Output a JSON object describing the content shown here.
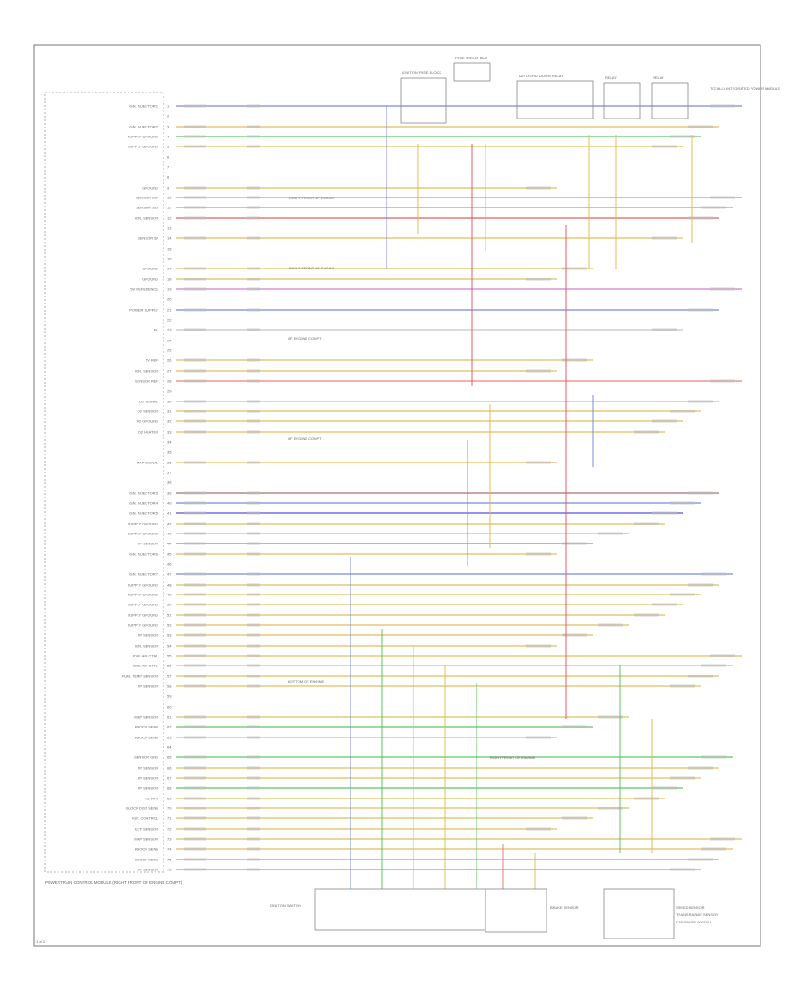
{
  "diagram": {
    "footer_code": "1 of 2",
    "pcm_label": "POWERTRAIN CONTROL MODULE (RIGHT FRONT OF ENGINE COMPT)",
    "top_components": [
      {
        "id": "fuse-block",
        "label": "IGNITION FUSE BLOCK"
      },
      {
        "id": "fuse-relay-box",
        "label": "FUSE / RELAY BOX"
      },
      {
        "id": "auto-shutdown-relay",
        "label": "AUTO SHUTDOWN RELAY"
      },
      {
        "id": "relay-a",
        "label": "RELAY"
      },
      {
        "id": "relay-b",
        "label": "RELAY"
      },
      {
        "id": "totally-integrated",
        "label": "TOTALLY INTEGRATED POWER MODULE"
      }
    ],
    "bottom_components": [
      {
        "id": "ignition-switch",
        "label": "IGNITION SWITCH"
      },
      {
        "id": "brake-sensor",
        "label": "BRAKE SENSOR"
      },
      {
        "id": "speed-sensor",
        "label": "SPEED SENSOR"
      },
      {
        "id": "trans-range",
        "label": "TRANS RANGE SENSOR"
      },
      {
        "id": "pressure-switch",
        "label": "PRESSURE SWITCH"
      }
    ],
    "callouts": [
      "RIGHT FRONT OF ENGINE",
      "RIGHT FRONT OF ENGINE",
      "OF ENGINE COMPT",
      "OF ENGINE COMPT",
      "BOTTOM OF ENGINE",
      "RIGHT FRONT OF ENGINE"
    ],
    "pins": [
      {
        "label": "IGN. INJECTOR 1",
        "color": "#6a7fdb"
      },
      {
        "label": "",
        "color": ""
      },
      {
        "label": "IGN. INJECTOR 2",
        "color": "#e0b84a"
      },
      {
        "label": "SUPPLY GROUND",
        "color": "#4fc04f"
      },
      {
        "label": "SUPPLY GROUND",
        "color": "#e0b84a"
      },
      {
        "label": "",
        "color": ""
      },
      {
        "label": "",
        "color": ""
      },
      {
        "label": "",
        "color": ""
      },
      {
        "label": "GROUND",
        "color": "#e0b84a"
      },
      {
        "label": "SENSOR SIG",
        "color": "#f07070"
      },
      {
        "label": "SENSOR SIG",
        "color": "#f07070"
      },
      {
        "label": "IGN. SENSOR",
        "color": "#e05050"
      },
      {
        "label": "",
        "color": ""
      },
      {
        "label": "SENSOR 5V",
        "color": "#e0b84a"
      },
      {
        "label": "",
        "color": ""
      },
      {
        "label": "",
        "color": ""
      },
      {
        "label": "GROUND",
        "color": "#e0b84a"
      },
      {
        "label": "GROUND",
        "color": "#e0b84a"
      },
      {
        "label": "5V REFERENCE",
        "color": "#d070d0"
      },
      {
        "label": "",
        "color": ""
      },
      {
        "label": "POWER SUPPLY",
        "color": "#6a7fdb"
      },
      {
        "label": "",
        "color": ""
      },
      {
        "label": "B+",
        "color": "#c0c0c0"
      },
      {
        "label": "",
        "color": ""
      },
      {
        "label": "",
        "color": ""
      },
      {
        "label": "5V REF",
        "color": "#e0b84a"
      },
      {
        "label": "IGN. SENSOR",
        "color": "#e0b84a"
      },
      {
        "label": "SENSOR REF",
        "color": "#f07070"
      },
      {
        "label": "",
        "color": ""
      },
      {
        "label": "O2 SIGNAL",
        "color": "#e0b84a"
      },
      {
        "label": "O2 SENSOR",
        "color": "#e0b84a"
      },
      {
        "label": "O2 GROUND",
        "color": "#e0b84a"
      },
      {
        "label": "O2 HEATER",
        "color": "#e0b84a"
      },
      {
        "label": "",
        "color": ""
      },
      {
        "label": "",
        "color": ""
      },
      {
        "label": "MAP SIGNAL",
        "color": "#e0b84a"
      },
      {
        "label": "",
        "color": ""
      },
      {
        "label": "",
        "color": ""
      },
      {
        "label": "IGN. INJECTOR 3",
        "color": "#a06060"
      },
      {
        "label": "IGN. INJECTOR 4",
        "color": "#6a7fdb"
      },
      {
        "label": "IGN. INJECTOR 5",
        "color": "#4040e0"
      },
      {
        "label": "SUPPLY GROUND",
        "color": "#e0b84a"
      },
      {
        "label": "SUPPLY GROUND",
        "color": "#e0b84a"
      },
      {
        "label": "TP SENSOR",
        "color": "#6a7fdb"
      },
      {
        "label": "IGN. INJECTOR 6",
        "color": "#e0b84a"
      },
      {
        "label": "",
        "color": ""
      },
      {
        "label": "IGN. INJECTOR 7",
        "color": "#6a7fdb"
      },
      {
        "label": "SUPPLY GROUND",
        "color": "#e0b84a"
      },
      {
        "label": "SUPPLY GROUND",
        "color": "#e0b84a"
      },
      {
        "label": "SUPPLY GROUND",
        "color": "#e0b84a"
      },
      {
        "label": "SUPPLY GROUND",
        "color": "#e0b84a"
      },
      {
        "label": "SUPPLY GROUND",
        "color": "#e0b84a"
      },
      {
        "label": "TP SENSOR",
        "color": "#e0b84a"
      },
      {
        "label": "IGN. SENSOR",
        "color": "#e0b84a"
      },
      {
        "label": "IDLE AIR CTRL",
        "color": "#e0b84a"
      },
      {
        "label": "IDLE AIR CTRL",
        "color": "#e0b84a"
      },
      {
        "label": "FUEL TEMP SENSOR",
        "color": "#e0b84a"
      },
      {
        "label": "TP SENSOR",
        "color": "#e0b84a"
      },
      {
        "label": "",
        "color": ""
      },
      {
        "label": "",
        "color": ""
      },
      {
        "label": "MAP SENSOR",
        "color": "#e0b84a"
      },
      {
        "label": "KNOCK SENS",
        "color": "#4fc04f"
      },
      {
        "label": "KNOCK SENS",
        "color": "#e0b84a"
      },
      {
        "label": "",
        "color": ""
      },
      {
        "label": "SENSOR GND",
        "color": "#4fc04f"
      },
      {
        "label": "TP SENSOR",
        "color": "#e0b84a"
      },
      {
        "label": "TP SENSOR",
        "color": "#e0b84a"
      },
      {
        "label": "TP SENSOR",
        "color": "#4fc04f"
      },
      {
        "label": "O2 HTR",
        "color": "#e0b84a"
      },
      {
        "label": "BLOCK DIST SENS",
        "color": "#e0b84a"
      },
      {
        "label": "IGN. CONTROL",
        "color": "#e0b84a"
      },
      {
        "label": "ECT SENSOR",
        "color": "#e0b84a"
      },
      {
        "label": "MAP SENSOR",
        "color": "#e0b84a"
      },
      {
        "label": "KNOCK SENS",
        "color": "#e0b84a"
      },
      {
        "label": "KNOCK SENS",
        "color": "#f07070"
      },
      {
        "label": "TP SENSOR",
        "color": "#4fc04f"
      }
    ]
  }
}
